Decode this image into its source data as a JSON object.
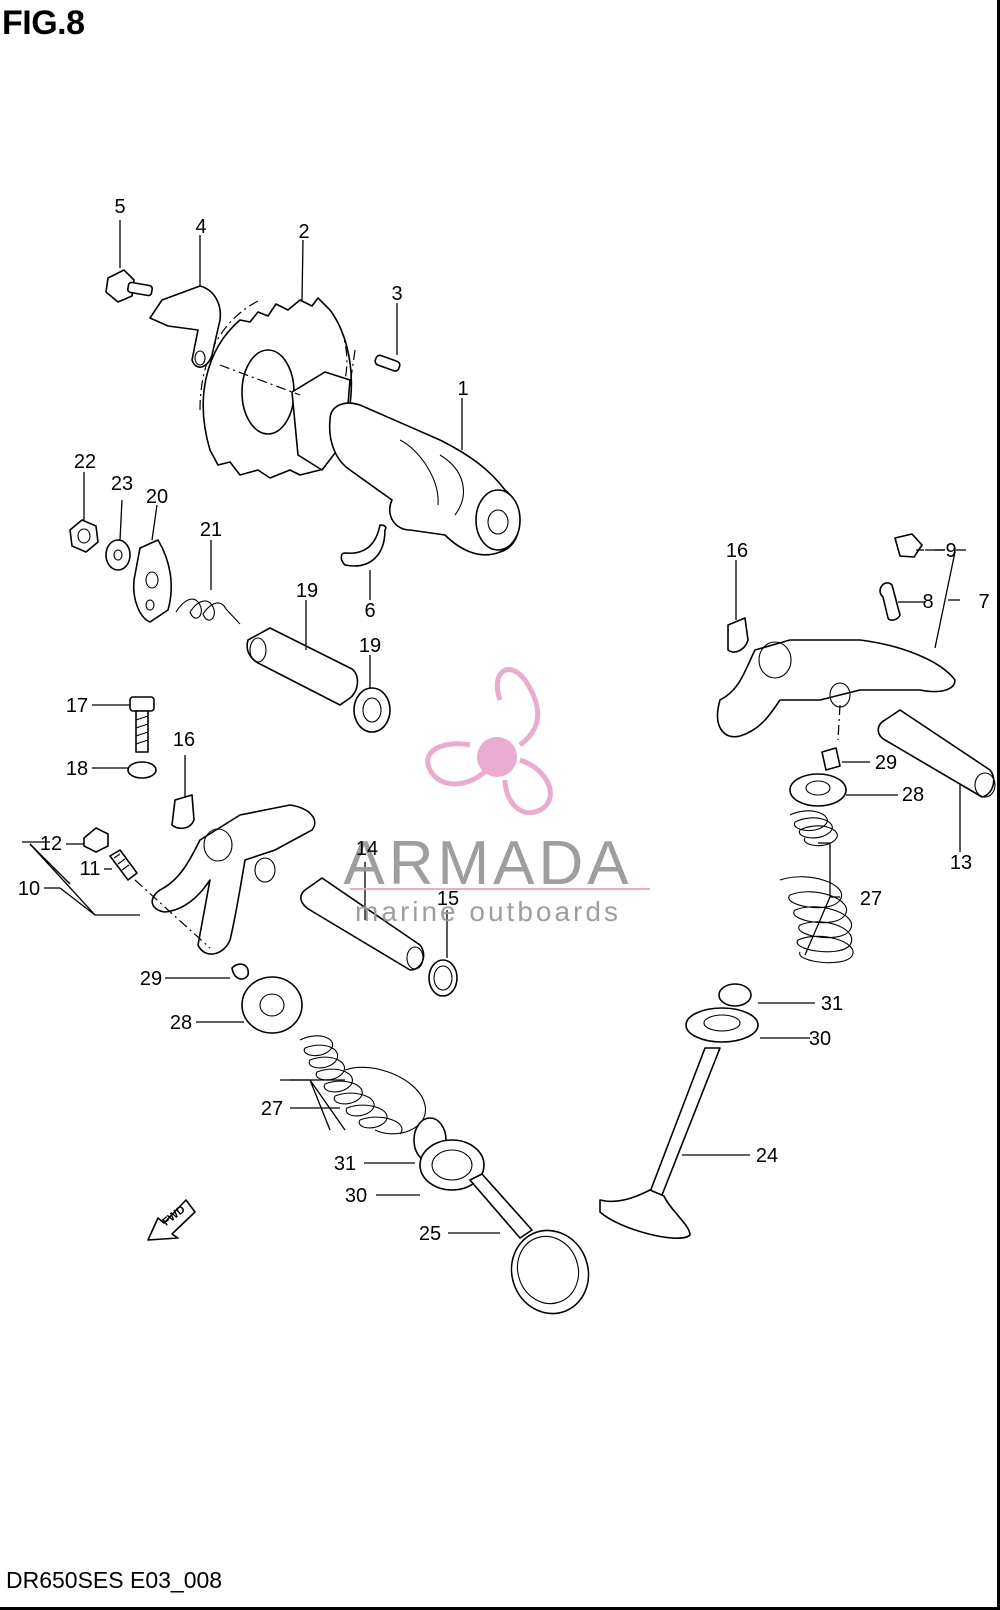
{
  "figure": {
    "title": "FIG.8",
    "code": "DR650SES E03_008"
  },
  "watermark": {
    "brand": "ARMADA",
    "tagline": "marine outboards",
    "accent_color": "#e8a7cc"
  },
  "direction_marker": {
    "label": "FWD"
  },
  "callouts": [
    {
      "id": "c1",
      "text": "1"
    },
    {
      "id": "c2",
      "text": "2"
    },
    {
      "id": "c3",
      "text": "3"
    },
    {
      "id": "c4",
      "text": "4"
    },
    {
      "id": "c5",
      "text": "5"
    },
    {
      "id": "c6",
      "text": "6"
    },
    {
      "id": "c7",
      "text": "7"
    },
    {
      "id": "c8",
      "text": "8"
    },
    {
      "id": "c9",
      "text": "9"
    },
    {
      "id": "c10",
      "text": "10"
    },
    {
      "id": "c11",
      "text": "11"
    },
    {
      "id": "c12",
      "text": "12"
    },
    {
      "id": "c13",
      "text": "13"
    },
    {
      "id": "c14",
      "text": "14"
    },
    {
      "id": "c15",
      "text": "15"
    },
    {
      "id": "c16a",
      "text": "16"
    },
    {
      "id": "c16b",
      "text": "16"
    },
    {
      "id": "c17",
      "text": "17"
    },
    {
      "id": "c18",
      "text": "18"
    },
    {
      "id": "c19",
      "text": "19"
    },
    {
      "id": "c20",
      "text": "20"
    },
    {
      "id": "c21",
      "text": "21"
    },
    {
      "id": "c22",
      "text": "22"
    },
    {
      "id": "c23",
      "text": "23"
    },
    {
      "id": "c24",
      "text": "24"
    },
    {
      "id": "c25",
      "text": "25"
    },
    {
      "id": "c26",
      "text": "26"
    },
    {
      "id": "c27a",
      "text": "27"
    },
    {
      "id": "c27b",
      "text": "27"
    },
    {
      "id": "c28a",
      "text": "28"
    },
    {
      "id": "c28b",
      "text": "28"
    },
    {
      "id": "c29a",
      "text": "29"
    },
    {
      "id": "c29b",
      "text": "29"
    },
    {
      "id": "c30a",
      "text": "30"
    },
    {
      "id": "c30b",
      "text": "30"
    },
    {
      "id": "c31a",
      "text": "31"
    },
    {
      "id": "c31b",
      "text": "31"
    }
  ]
}
